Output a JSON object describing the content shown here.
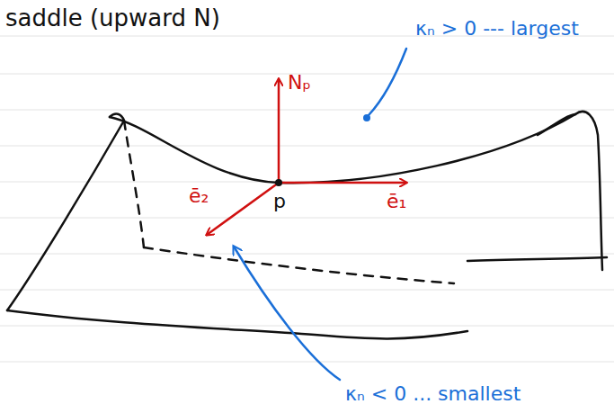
{
  "diagram": {
    "title": "saddle (upward N)",
    "labels": [
      "κₙ > 0 --- largest",
      "Nₚ",
      "ē₂",
      "p",
      "ē₁",
      "κₙ < 0 ... smallest"
    ]
  }
}
